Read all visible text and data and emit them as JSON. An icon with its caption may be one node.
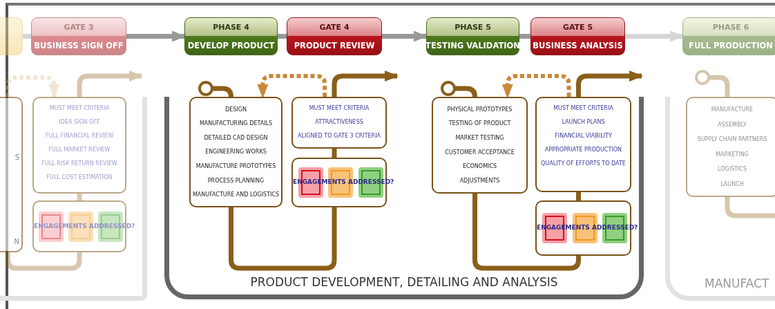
{
  "diagram": {
    "nodes": [
      {
        "text": [],
        "shape": "box"
      },
      {
        "text": [
          "GATE 3",
          "BUSINESS SIGN OFF"
        ]
      },
      {
        "text": [
          "PHASE 4",
          "DEVELOP PRODUCT"
        ]
      },
      {
        "text": [
          "GATE 4",
          "PRODUCT REVIEW"
        ]
      },
      {
        "text": [
          "PHASE 5",
          "TESTING VALIDATION"
        ]
      },
      {
        "text": [
          "GATE 5",
          "BUSINESS ANALYSIS"
        ]
      },
      {
        "text": [
          "PHASE 6",
          "FULL PRODUCTION"
        ]
      },
      {
        "text": [],
        "shape": "box"
      },
      {
        "text": [
          "S",
          "N"
        ],
        "in": 7
      },
      {
        "text": [
          "MUST MEET CRITERIA",
          "IDEA SIGN OFF",
          "FULL FINANCIAL REVIEW",
          "FULL MARKET REVIEW",
          "FULL RISK RETURN REVIEW",
          "FULL COST ESTIMATION"
        ],
        "in": 7
      },
      {
        "text": [
          "ENGAGEMENTS ADDRESSED?"
        ],
        "in": 7
      },
      {
        "text": [
          "PRODUCT DEVELOPMENT, DETAILING AND ANALYSIS"
        ]
      },
      {
        "text": [
          "DESIGN",
          "MANUFACTURING DETAILS",
          "DETAILED CAD DESIGN",
          "ENGINEERING WORKS",
          "MANUFACTURE PROTOTYPES",
          "PROCESS PLANNING",
          "MANUFACTURE AND LOGISTICS"
        ],
        "in": 11
      },
      {
        "text": [
          "MUST MEET CRITERIA",
          "ATTRACTIVENESS",
          "ALIGNED TO GATE 3 CRITERIA"
        ],
        "in": 11
      },
      {
        "text": [
          "ENGAGEMENTS ADDRESSED?"
        ],
        "in": 11
      },
      {
        "text": [
          "PHYSICAL PROTOTYPES",
          "TESTING OF PRODUCT",
          "MARKET TESTING",
          "CUSTOMER ACCEPTANCE",
          "ECONOMICS",
          "ADJUSTMENTS"
        ],
        "in": 11
      },
      {
        "text": [
          "MUST MEET CRITERIA",
          "LAUNCH PLANS",
          "FINANCIAL VIABILITY",
          "APPROPRIATE PRODUCTION",
          "QUALITY OF EFFORTS TO DATE"
        ],
        "in": 11
      },
      {
        "text": [
          "ENGAGEMENTS ADDRESSED?"
        ],
        "in": 11
      },
      {
        "text": [
          "MANUFACT"
        ]
      },
      {
        "text": [
          "MANUFACTURE",
          "ASSEMBLY",
          "SUPPLY CHAIN PARTNERS",
          "MARKETING",
          "LOGISTICS",
          "LAUNCH"
        ],
        "in": 18
      }
    ],
    "edges": [
      {
        "from": 0,
        "to": 1,
        "arrow": "none",
        "color": "#bbbbbb"
      },
      {
        "from": 1,
        "to": 2,
        "arrow": "to",
        "color": "#999999"
      },
      {
        "from": 2,
        "to": 3,
        "arrow": "none",
        "color": "#999999"
      },
      {
        "from": 3,
        "to": 4,
        "arrow": "to",
        "color": "#999999"
      },
      {
        "from": 4,
        "to": 5,
        "arrow": "none",
        "color": "#999999"
      },
      {
        "from": 5,
        "to": 6,
        "arrow": "to",
        "color": "#bbbbbb"
      },
      {
        "from": 8,
        "to": 10,
        "arrow": "none"
      },
      {
        "from": 10,
        "to": 9,
        "arrow": "none"
      },
      {
        "from": 9,
        "to": null,
        "arrow": "to"
      },
      {
        "from": 8,
        "to": 9,
        "arrow": "to",
        "style": "dashed",
        "color": "#d8b98a"
      },
      {
        "from": null,
        "to": 12,
        "arrow": "other"
      },
      {
        "from": 12,
        "to": 14,
        "arrow": "none"
      },
      {
        "from": 14,
        "to": 13,
        "arrow": "none"
      },
      {
        "from": 13,
        "to": null,
        "arrow": "to"
      },
      {
        "from": 13,
        "to": 12,
        "arrow": "to",
        "style": "dashed",
        "color": "#c8893a"
      },
      {
        "from": null,
        "to": 15,
        "arrow": "other"
      },
      {
        "from": 15,
        "to": 17,
        "arrow": "none"
      },
      {
        "from": 17,
        "to": 16,
        "arrow": "none"
      },
      {
        "from": 16,
        "to": null,
        "arrow": "to"
      },
      {
        "from": 16,
        "to": 15,
        "arrow": "to",
        "style": "dashed",
        "color": "#c8893a"
      },
      {
        "from": null,
        "to": 19,
        "arrow": "other"
      },
      {
        "from": 19,
        "to": null,
        "arrow": "none"
      }
    ]
  }
}
